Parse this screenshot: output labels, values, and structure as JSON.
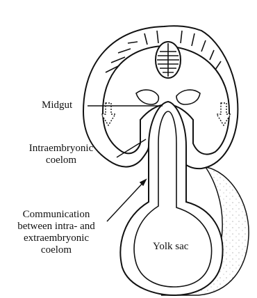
{
  "labels": {
    "midgut": "Midgut",
    "intraembryonic_coelom": [
      "Intraembryonic",
      "coelom"
    ],
    "communication": [
      "Communication",
      "between intra- and",
      "extraembryonic",
      "coelom"
    ],
    "yolk_sac": "Yolk sac"
  },
  "colors": {
    "ink": "#111111",
    "paper": "#ffffff",
    "stipple": "#8a8a8a"
  }
}
